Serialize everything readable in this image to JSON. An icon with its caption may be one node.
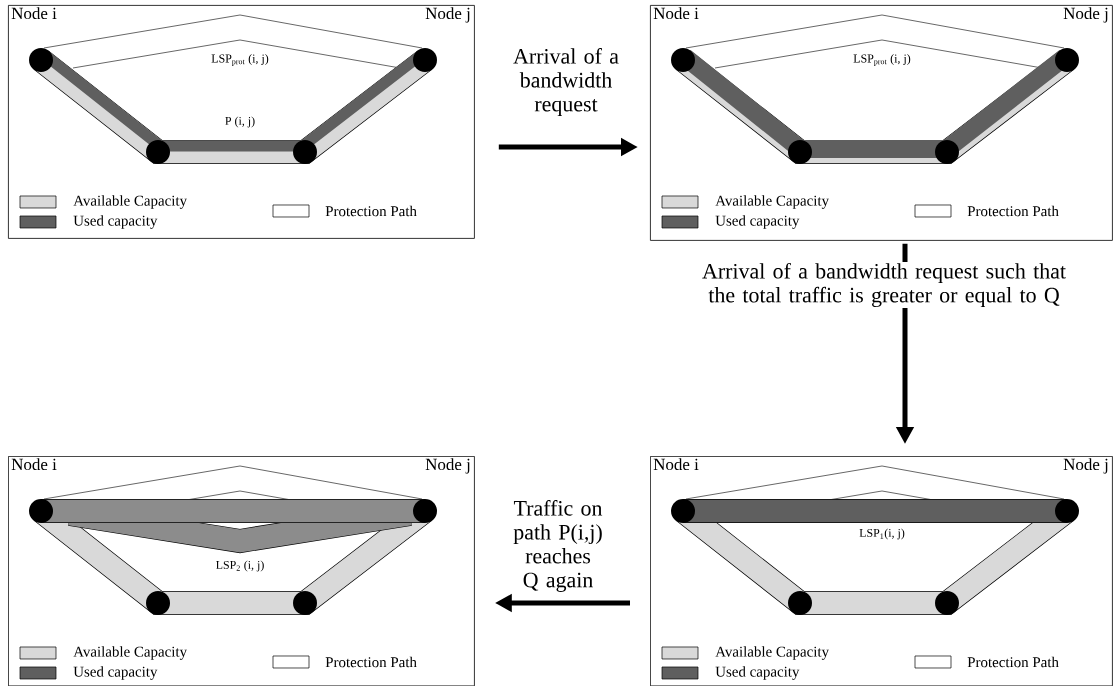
{
  "diagram": {
    "nodes": [
      {
        "text": [
          "Node i",
          "Node j",
          "LSP$_{prot}$ (i, j)",
          "P (i, j)"
        ]
      },
      {
        "text": [
          "Node i",
          "Node j",
          "LSP$_{prot}$ (i, j)"
        ]
      },
      {
        "text": [
          "Node i",
          "Node j",
          "LSP$_{2}$ (i, j)"
        ]
      },
      {
        "text": [
          "Node i",
          "Node j",
          "LSP$_{1}$(i, j)"
        ]
      }
    ],
    "edges": [
      {
        "from": 0,
        "to": 1,
        "arrow": "to",
        "label": "Arrival of a bandwidth request"
      },
      {
        "from": 1,
        "to": 3,
        "arrow": "to",
        "label": "Arrival of a bandwidth request such that the total traffic is greater or equal to Q"
      },
      {
        "from": 3,
        "to": 2,
        "arrow": "to",
        "label": "Traffic on path P(i,j) reaches Q again"
      }
    ],
    "legend": [
      {
        "text": "Available Capacity",
        "color": "#d9d9d9"
      },
      {
        "text": "Used capacity",
        "color": "#5f5f5f"
      },
      {
        "text": "Protection Path"
      },
      {
        "text": "Available Capacity",
        "color": "#d9d9d9"
      },
      {
        "text": "Used capacity",
        "color": "#5f5f5f"
      },
      {
        "text": "Protection Path"
      },
      {
        "text": "Available Capacity",
        "color": "#d9d9d9"
      },
      {
        "text": "Used capacity",
        "color": "#5f5f5f"
      },
      {
        "text": "Protection Path"
      },
      {
        "text": "Available Capacity",
        "color": "#d9d9d9"
      },
      {
        "text": "Used capacity",
        "color": "#5f5f5f"
      },
      {
        "text": "Protection Path"
      }
    ]
  }
}
